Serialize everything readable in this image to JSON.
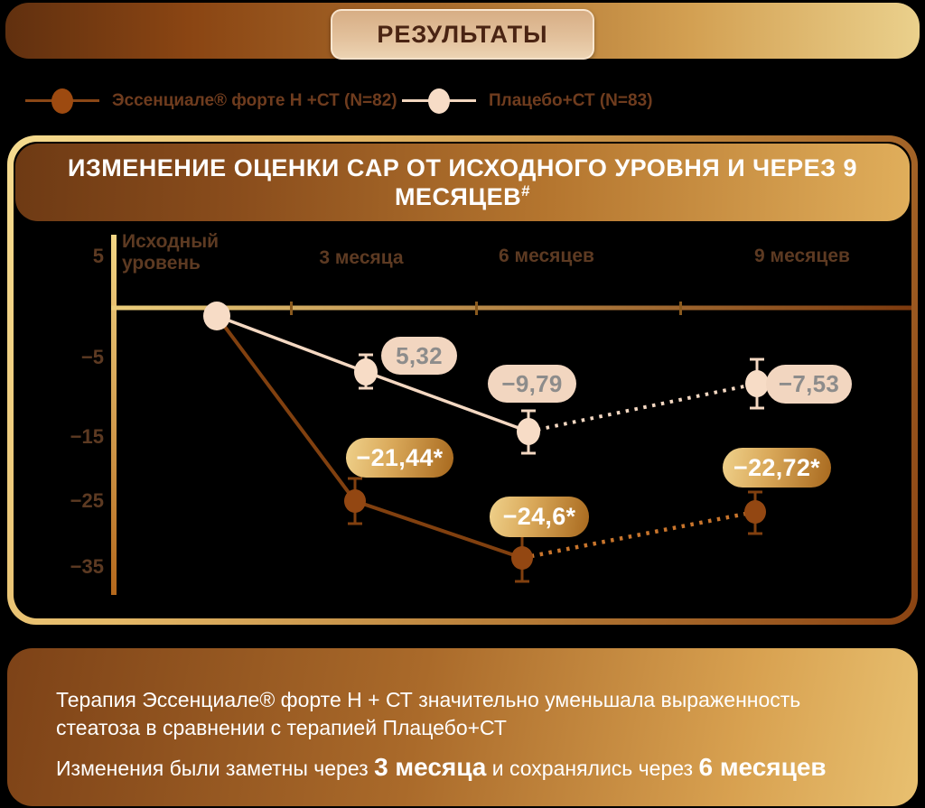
{
  "banner": {
    "title": "РЕЗУЛЬТАТЫ"
  },
  "legend": {
    "essentiale": {
      "label": "Эссенциале® форте Н +СТ (N=82)",
      "color": "#9a4a12"
    },
    "placebo": {
      "label": "Плацебо+СТ (N=83)",
      "color": "#f7dcc6"
    }
  },
  "panel": {
    "title": "ИЗМЕНЕНИЕ ОЦЕНКИ CAP ОТ ИСХОДНОГО УРОВНЯ И ЧЕРЕЗ 9 МЕСЯЦЕВ",
    "title_sup": "#"
  },
  "chart": {
    "yticks": [
      "5",
      "−5",
      "−15",
      "−25",
      "−35"
    ],
    "xlabels": [
      "Исходный уровень",
      "3 месяца",
      "6 месяцев",
      "9 месяцев"
    ],
    "pills": {
      "placebo": [
        "5,32",
        "−9,79",
        "−7,53"
      ],
      "essentiale": [
        "−21,44*",
        "−24,6*",
        "−22,72*"
      ]
    }
  },
  "chart_data": {
    "type": "line",
    "categories": [
      "Исходный уровень",
      "3 месяца",
      "6 месяцев",
      "9 месяцев"
    ],
    "series": [
      {
        "name": "Эссенциале® форте Н +СТ (N=82)",
        "values": [
          0,
          -21.44,
          -24.6,
          -22.72
        ],
        "point_labels": [
          "",
          "−21,44*",
          "−24,6*",
          "−22,72*"
        ],
        "color": "#81400f",
        "line_style": "solid to 6 months, dotted 6→9 months",
        "error_bars": true
      },
      {
        "name": "Плацебо+СТ (N=83)",
        "values": [
          0,
          -5.32,
          -9.79,
          -7.53
        ],
        "point_labels": [
          "",
          "5,32",
          "−9,79",
          "−7,53"
        ],
        "color": "#f4d8c2",
        "line_style": "solid to 6 months, dotted 6→9 months",
        "error_bars": true
      }
    ],
    "title": "ИЗМЕНЕНИЕ ОЦЕНКИ CAP ОТ ИСХОДНОГО УРОВНЯ И ЧЕРЕЗ 9 МЕСЯЦЕВ#",
    "xlabel": "",
    "ylabel": "",
    "ylim": [
      -37,
      6
    ],
    "yticks": [
      5,
      -5,
      -15,
      -25,
      -35
    ],
    "grid": false,
    "legend_position": "top"
  },
  "colors": {
    "essentiale_line": "#81400f",
    "essentiale_dotted": "#c9752c",
    "placebo_line": "#f4d8c2",
    "gold_accent": "#d9a859",
    "axis_brown_text": "#5d3a22"
  },
  "footer": {
    "p1": "Терапия Эссенциале® форте Н + СТ значительно уменьшала выраженность стеатоза в сравнении с терапией Плацебо+СТ",
    "p2_part1": "Изменения были заметны через ",
    "p2_bold1": "3 месяца",
    "p2_part2": " и сохранялись через ",
    "p2_bold2": "6 месяцев"
  }
}
